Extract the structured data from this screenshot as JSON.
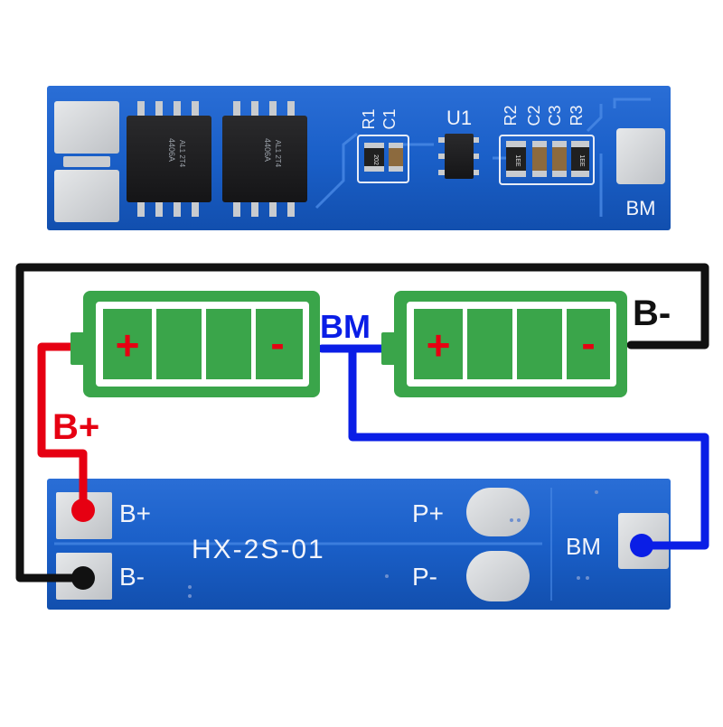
{
  "top_board": {
    "chip_left_marks": [
      "4406A",
      "AL1 2T4"
    ],
    "chip_right_marks": [
      "4406A",
      "AL1 2T4"
    ],
    "silk_r1": "R1",
    "silk_c1": "C1",
    "silk_u1": "U1",
    "silk_r2": "R2",
    "silk_c2": "C2",
    "silk_c3": "C3",
    "silk_r3": "R3",
    "silk_bm": "BM",
    "resistor_code_1": "202",
    "resistor_code_2": "1EE",
    "resistor_code_3": "1EE"
  },
  "wiring": {
    "label_b_minus": "B-",
    "label_bm": "BM",
    "label_b_plus": "B+",
    "battery_1": {
      "plus": "+",
      "minus": "-"
    },
    "battery_2": {
      "plus": "+",
      "minus": "-"
    },
    "colors": {
      "b_minus_wire": "#111111",
      "b_plus_wire": "#e60012",
      "bm_wire": "#0a1ee6",
      "battery_green": "#3aa54a"
    }
  },
  "bottom_board": {
    "model": "HX-2S-01",
    "pad_b_plus": "B+",
    "pad_b_minus": "B-",
    "pad_p_plus": "P+",
    "pad_p_minus": "P-",
    "pad_bm": "BM"
  },
  "colors": {
    "pcb_blue": "#1a5fc8",
    "pad_silver": "#d3d5d8",
    "silk_white": "#f2f4fa"
  }
}
